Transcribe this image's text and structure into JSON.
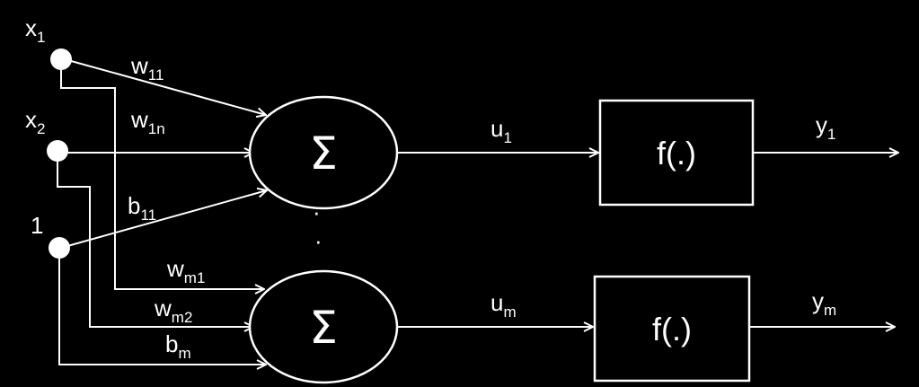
{
  "inputs": {
    "x1": {
      "base": "x",
      "sub": "1"
    },
    "x2": {
      "base": "x",
      "sub": "2"
    },
    "one": {
      "text": "1"
    }
  },
  "weights": {
    "w11": {
      "base": "w",
      "sub": "11"
    },
    "w1n": {
      "base": "w",
      "sub": "1n"
    },
    "b11": {
      "base": "b",
      "sub": "11"
    },
    "wm1": {
      "base": "w",
      "sub": "m1"
    },
    "wm2": {
      "base": "w",
      "sub": "m2"
    },
    "bm": {
      "base": "b",
      "sub": "m"
    }
  },
  "sums": {
    "symbol": "Σ",
    "u1": {
      "base": "u",
      "sub": "1"
    },
    "um": {
      "base": "u",
      "sub": "m"
    }
  },
  "activation": {
    "label": "f(.)"
  },
  "outputs": {
    "y1": {
      "base": "y",
      "sub": "1"
    },
    "ym": {
      "base": "y",
      "sub": "m"
    }
  },
  "ellipsis": "·"
}
